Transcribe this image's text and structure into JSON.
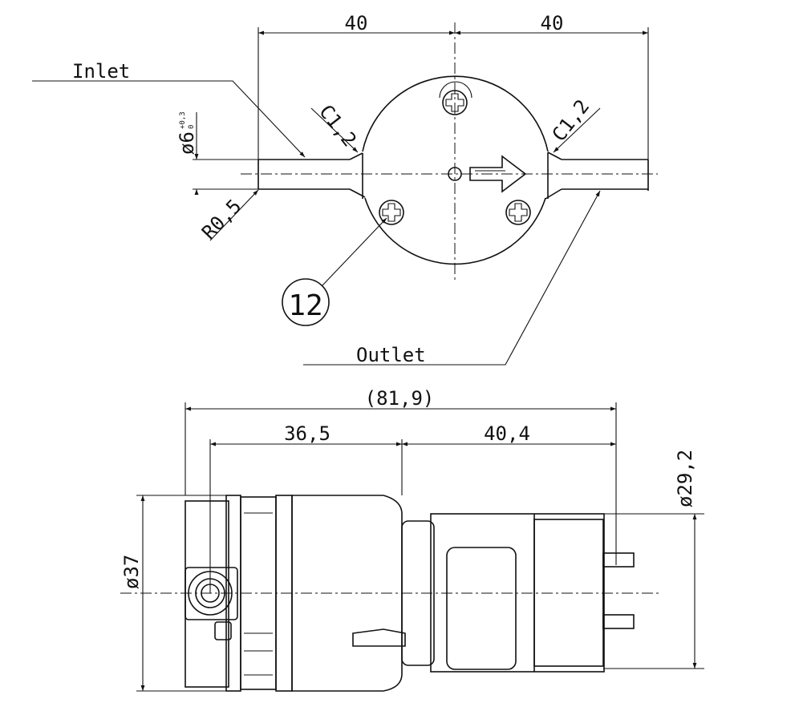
{
  "top_view": {
    "dim_left": "40",
    "dim_right": "40",
    "inlet_label": "Inlet",
    "outlet_label": "Outlet",
    "chamfer_left": "C1,2",
    "chamfer_right": "C1,2",
    "tube_diameter": "ø6",
    "tube_tolerance_upper": "+0,3",
    "tube_tolerance_lower": "0",
    "radius": "R0,5",
    "callout": "12"
  },
  "side_view": {
    "overall_length": "(81,9)",
    "dim_body": "36,5",
    "dim_motor": "40,4",
    "body_diameter": "ø37",
    "motor_diameter": "ø29,2"
  }
}
